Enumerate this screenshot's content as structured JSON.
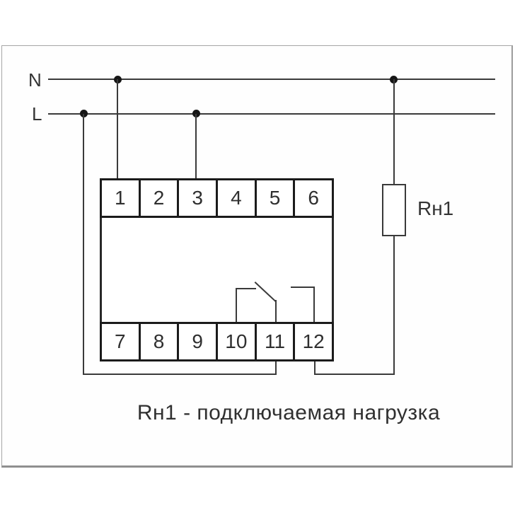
{
  "diagram": {
    "type": "wiring-schematic",
    "power_lines": {
      "neutral_label": "N",
      "line_label": "L"
    },
    "device": {
      "terminals_top": [
        "1",
        "2",
        "3",
        "4",
        "5",
        "6"
      ],
      "terminals_bottom": [
        "7",
        "8",
        "9",
        "10",
        "11",
        "12"
      ],
      "internal_contact": "changeover contact between terminals 10, 11, 12",
      "connections": [
        "N line to terminal 1",
        "L line to terminal 3",
        "L line down left side to terminal 11 bottom",
        "N line through load Rн1 to terminal 12 bottom"
      ]
    },
    "load": {
      "label": "Rн1",
      "symbol": "resistor-rectangle"
    },
    "caption": {
      "text": "Rн1 - подключаемая нагрузка"
    },
    "colors": {
      "wire": "#3a3a3a",
      "terminal_border": "#1b1b1b",
      "junction_dot": "#161616",
      "text": "#303030",
      "frame_border": "#a6a6a6",
      "background": "#ffffff"
    }
  }
}
